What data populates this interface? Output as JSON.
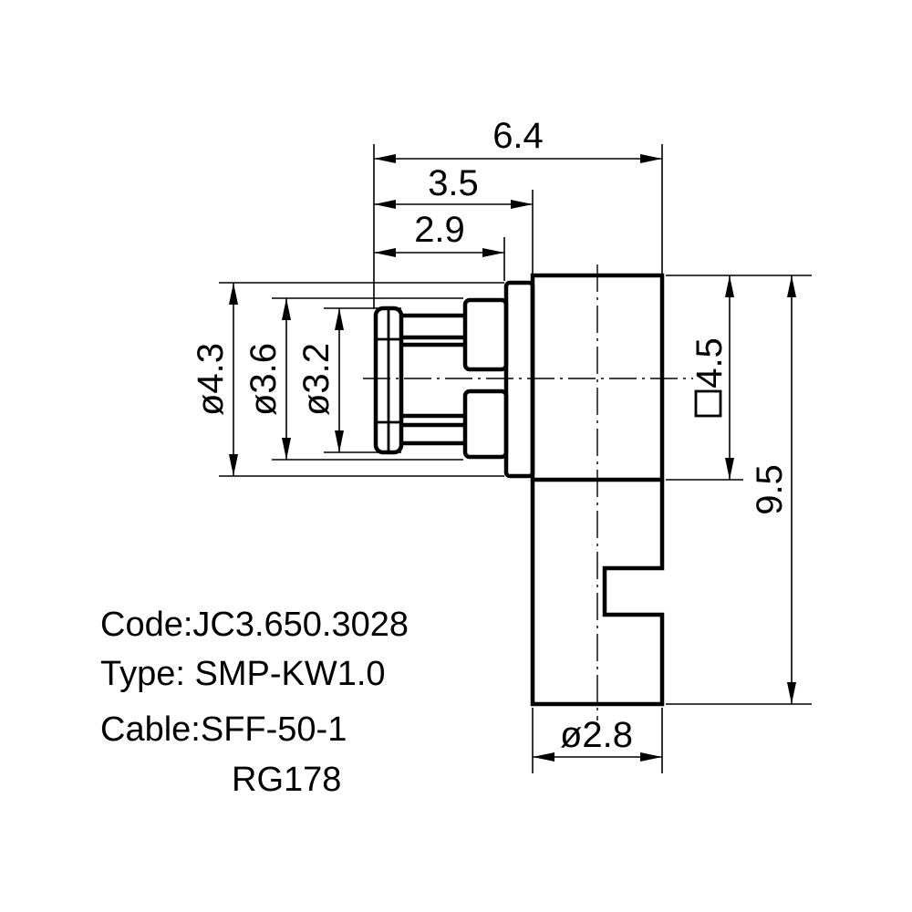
{
  "dimensions": {
    "overall_width": "6.4",
    "body_offset": "3.5",
    "pin_length": "2.9",
    "dia_outer": "4.3",
    "dia_mid": "3.6",
    "dia_inner": "3.2",
    "diameter_symbol": "ø",
    "square_head": "4.5",
    "total_height": "9.5",
    "cable_dia": "2.8"
  },
  "info": {
    "code": "Code:JC3.650.3028",
    "type": "Type: SMP-KW1.0",
    "cable": "Cable:SFF-50-1",
    "cable_alt": "RG178"
  }
}
